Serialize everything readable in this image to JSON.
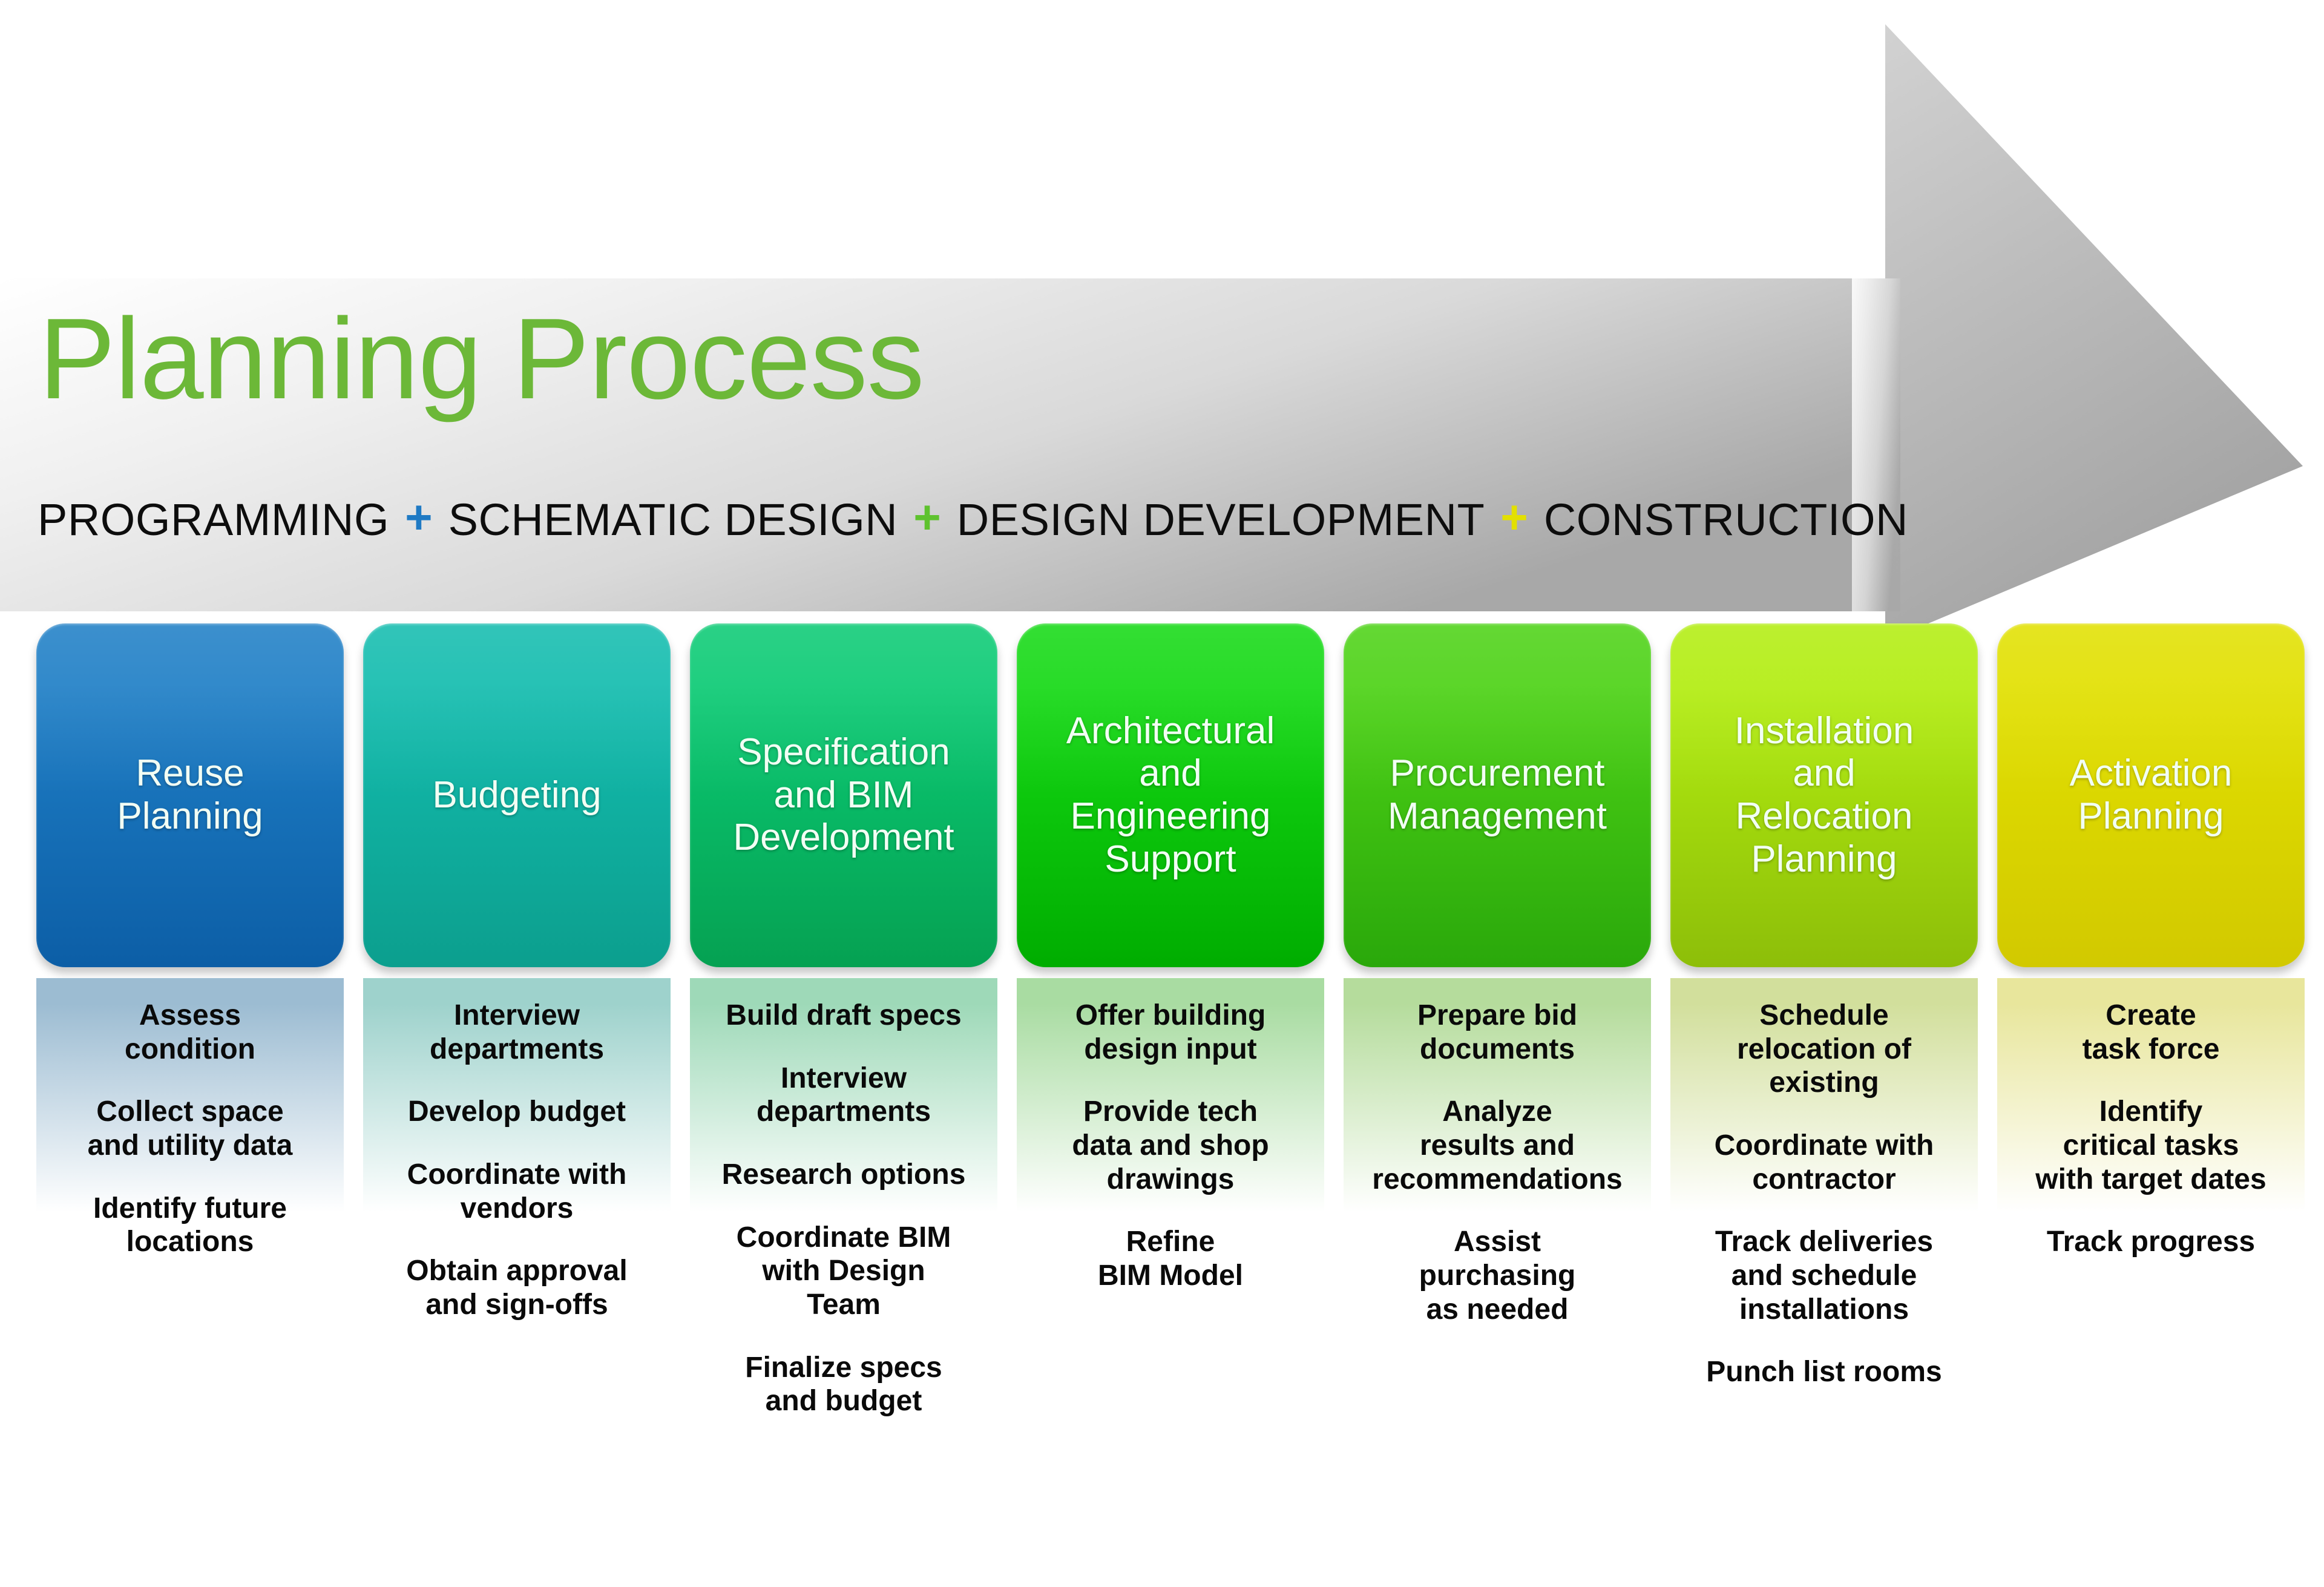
{
  "title": "Planning Process",
  "title_color": "#6cb838",
  "phases": [
    {
      "label": "PROGRAMMING",
      "separator": null,
      "separator_color": null
    },
    {
      "label": "SCHEMATIC DESIGN",
      "separator": "+",
      "separator_color": "#1f7ac4"
    },
    {
      "label": "DESIGN DEVELOPMENT",
      "separator": "+",
      "separator_color": "#5ec22e"
    },
    {
      "label": "CONSTRUCTION",
      "separator": "+",
      "separator_color": "#e3e000"
    }
  ],
  "background_arrow": {
    "name": "right-pointing-process-arrow",
    "color_start": "#ffffff",
    "color_end": "#b3b3b3"
  },
  "columns": [
    {
      "title": "Reuse\nPlanning",
      "card_color_top": "#1f7fc6",
      "card_color_bottom": "#0c5ea6",
      "reflect_color": "#9cbcd2",
      "bullets": [
        "Assess\ncondition",
        "Collect space\nand utility data",
        "Identify future\nlocations"
      ]
    },
    {
      "title": "Budgeting",
      "card_color_top": "#13bcae",
      "card_color_bottom": "#0c9f8e",
      "reflect_color": "#9ed2cc",
      "bullets": [
        "Interview\ndepartments",
        "Develop budget",
        "Coordinate with\nvendors",
        "Obtain approval\nand sign-offs"
      ]
    },
    {
      "title": "Specification\nand BIM\nDevelopment",
      "card_color_top": "#0bca74",
      "card_color_bottom": "#05a152",
      "reflect_color": "#9ed9b8",
      "bullets": [
        "Build draft specs",
        "Interview\ndepartments",
        "Research options",
        "Coordinate BIM\nwith Design\nTeam",
        "Finalize specs\nand budget"
      ]
    },
    {
      "title": "Architectural\nand\nEngineering\nSupport",
      "card_color_top": "#15d915",
      "card_color_bottom": "#00ad00",
      "reflect_color": "#a9dca2",
      "bullets": [
        "Offer building\ndesign input",
        "Provide tech\ndata and shop\ndrawings",
        "Refine\nBIM Model"
      ]
    },
    {
      "title": "Procurement\nManagement",
      "card_color_top": "#4dd216",
      "card_color_bottom": "#2aa80b",
      "reflect_color": "#b5dc9c",
      "bullets": [
        "Prepare bid\ndocuments",
        "Analyze\nresults and\nrecommendations",
        "Assist\npurchasing\nas needed"
      ]
    },
    {
      "title": "Installation\nand\nRelocation\nPlanning",
      "card_color_top": "#b2ed10",
      "card_color_bottom": "#8dbe09",
      "reflect_color": "#d2df9c",
      "bullets": [
        "Schedule\nrelocation of\nexisting",
        "Coordinate with\ncontractor",
        "Track deliveries\nand schedule\ninstallations",
        "Punch list rooms"
      ]
    },
    {
      "title": "Activation\nPlanning",
      "card_color_top": "#e1e000",
      "card_color_bottom": "#d2c900",
      "reflect_color": "#e8e69c",
      "bullets": [
        "Create\ntask force",
        "Identify\ncritical tasks\nwith target dates",
        "Track progress"
      ]
    }
  ]
}
